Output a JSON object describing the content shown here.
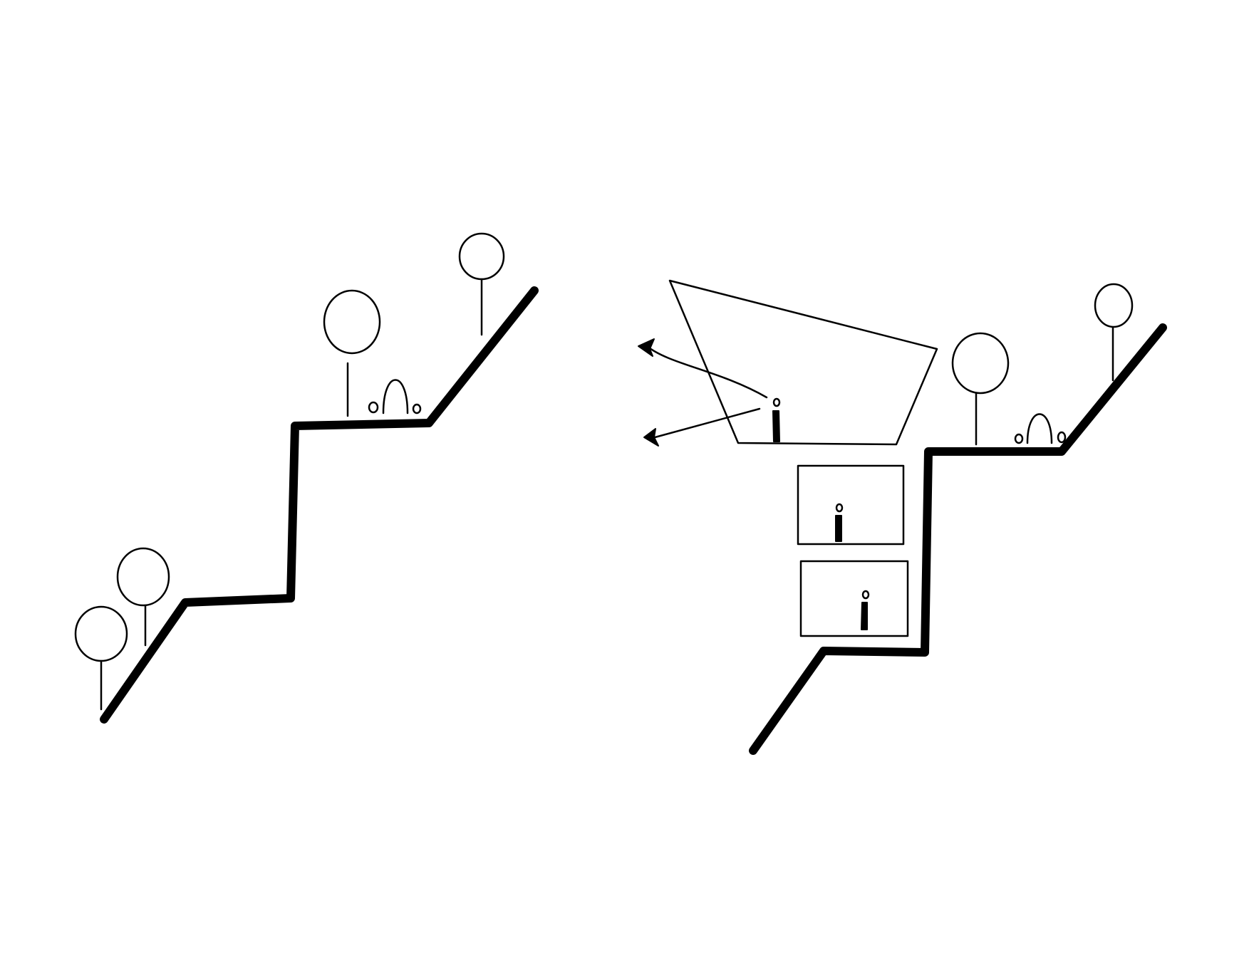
{
  "diagram": {
    "panels": [
      {
        "id": "existing-terraced-slope",
        "trees": 4,
        "people": 0,
        "rooms": 0
      },
      {
        "id": "proposed-slope-with-building",
        "trees": 2,
        "people": 3,
        "rooms": 2
      }
    ],
    "colors": {
      "ink": "#000000",
      "paper": "#ffffff"
    },
    "icons": [
      "tree-icon",
      "shrub-icon",
      "person-icon",
      "view-arrow-icon"
    ]
  }
}
